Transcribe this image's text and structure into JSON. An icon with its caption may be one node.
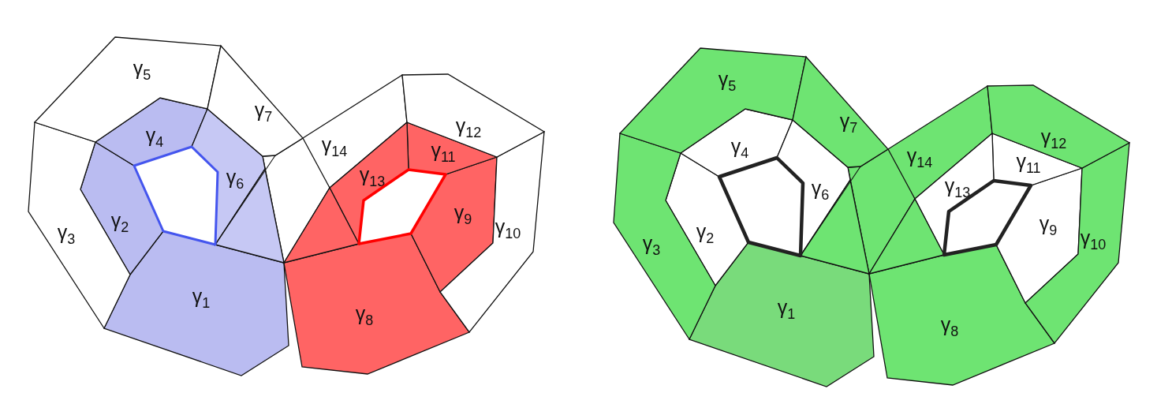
{
  "diagram": {
    "nodes": [
      {
        "text": [
          "γ$_{1}$"
        ]
      },
      {
        "text": [
          "γ$_{2}$"
        ]
      },
      {
        "text": [
          "γ$_{3}$"
        ]
      },
      {
        "text": [
          "γ$_{4}$"
        ]
      },
      {
        "text": [
          "γ$_{5}$"
        ]
      },
      {
        "text": [
          "γ$_{6}$"
        ]
      },
      {
        "text": [
          "γ$_{7}$"
        ]
      },
      {
        "text": [
          "γ$_{8}$"
        ]
      },
      {
        "text": [
          "γ$_{9}$"
        ]
      },
      {
        "text": [
          "γ$_{10}$"
        ]
      },
      {
        "text": [
          "γ$_{11}$"
        ]
      },
      {
        "text": [
          "γ$_{12}$"
        ]
      },
      {
        "text": [
          "γ$_{13}$"
        ]
      },
      {
        "text": [
          "γ$_{14}$"
        ]
      },
      {
        "text": [
          "γ$_{1}$"
        ]
      },
      {
        "text": [
          "γ$_{2}$"
        ]
      },
      {
        "text": [
          "γ$_{3}$"
        ]
      },
      {
        "text": [
          "γ$_{4}$"
        ]
      },
      {
        "text": [
          "γ$_{5}$"
        ]
      },
      {
        "text": [
          "γ$_{6}$"
        ]
      },
      {
        "text": [
          "γ$_{7}$"
        ]
      },
      {
        "text": [
          "γ$_{8}$"
        ]
      },
      {
        "text": [
          "γ$_{9}$"
        ]
      },
      {
        "text": [
          "γ$_{10}$"
        ]
      },
      {
        "text": [
          "γ$_{11}$"
        ]
      },
      {
        "text": [
          "γ$_{12}$"
        ]
      },
      {
        "text": [
          "γ$_{13}$"
        ]
      },
      {
        "text": [
          "γ$_{14}$"
        ]
      }
    ]
  }
}
